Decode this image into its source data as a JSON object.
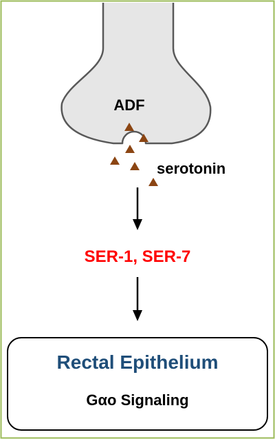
{
  "neuron": {
    "label": "ADF"
  },
  "neurotransmitter": {
    "label": "serotonin"
  },
  "receptors": {
    "label": "SER-1, SER-7"
  },
  "target": {
    "title": "Rectal Epithelium",
    "subtitle": "Gαo Signaling"
  },
  "colors": {
    "frame_border": "#9bbb59",
    "neuron_fill": "#e6e6e6",
    "neuron_stroke": "#595959",
    "serotonin": "#8b4513",
    "receptor_text": "#ff0000",
    "target_title": "#1f4e79",
    "text": "#000000"
  }
}
